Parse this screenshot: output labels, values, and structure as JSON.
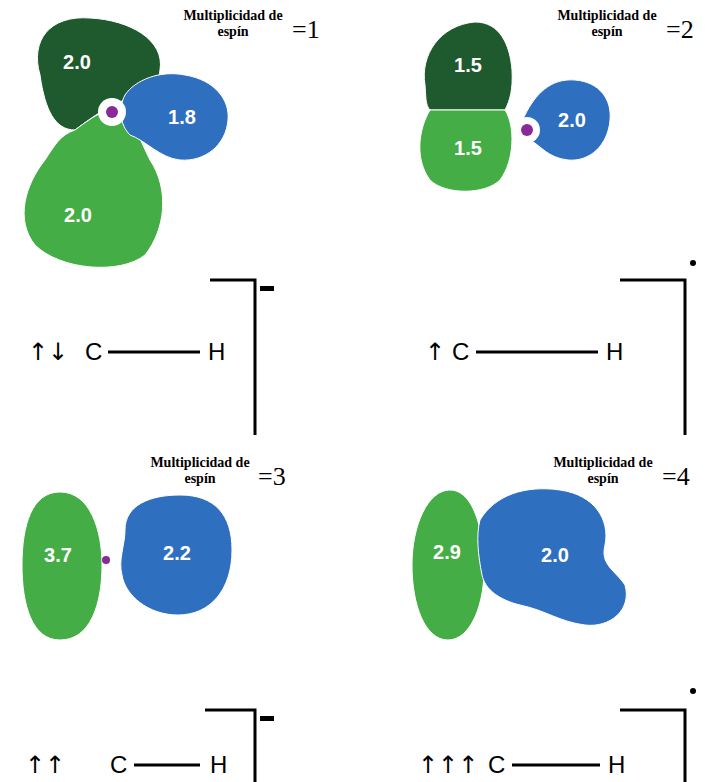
{
  "diagram": {
    "nodes": [
      {
        "text": [
          "2.0"
        ]
      },
      {
        "text": [
          "2.0"
        ]
      },
      {
        "text": [
          "1.8"
        ]
      },
      {
        "text": [
          "1.5"
        ]
      },
      {
        "text": [
          "1.5"
        ]
      },
      {
        "text": [
          "2.0"
        ]
      },
      {
        "text": [
          "3.7"
        ]
      },
      {
        "text": [
          "2.2"
        ]
      },
      {
        "text": [
          "2.9"
        ]
      },
      {
        "text": [
          "2.0"
        ]
      }
    ],
    "labels": [
      "Multiplicidad de espín",
      "=1",
      "↑↓",
      "C",
      "H",
      "Multiplicidad de espín",
      "=2",
      "↑",
      "C",
      "H",
      "Multiplicidad de espín",
      "=3",
      "↑↑",
      "C",
      "H",
      "Multiplicidad de espín",
      "=4",
      "↑↑↑",
      "C",
      "H"
    ]
  }
}
